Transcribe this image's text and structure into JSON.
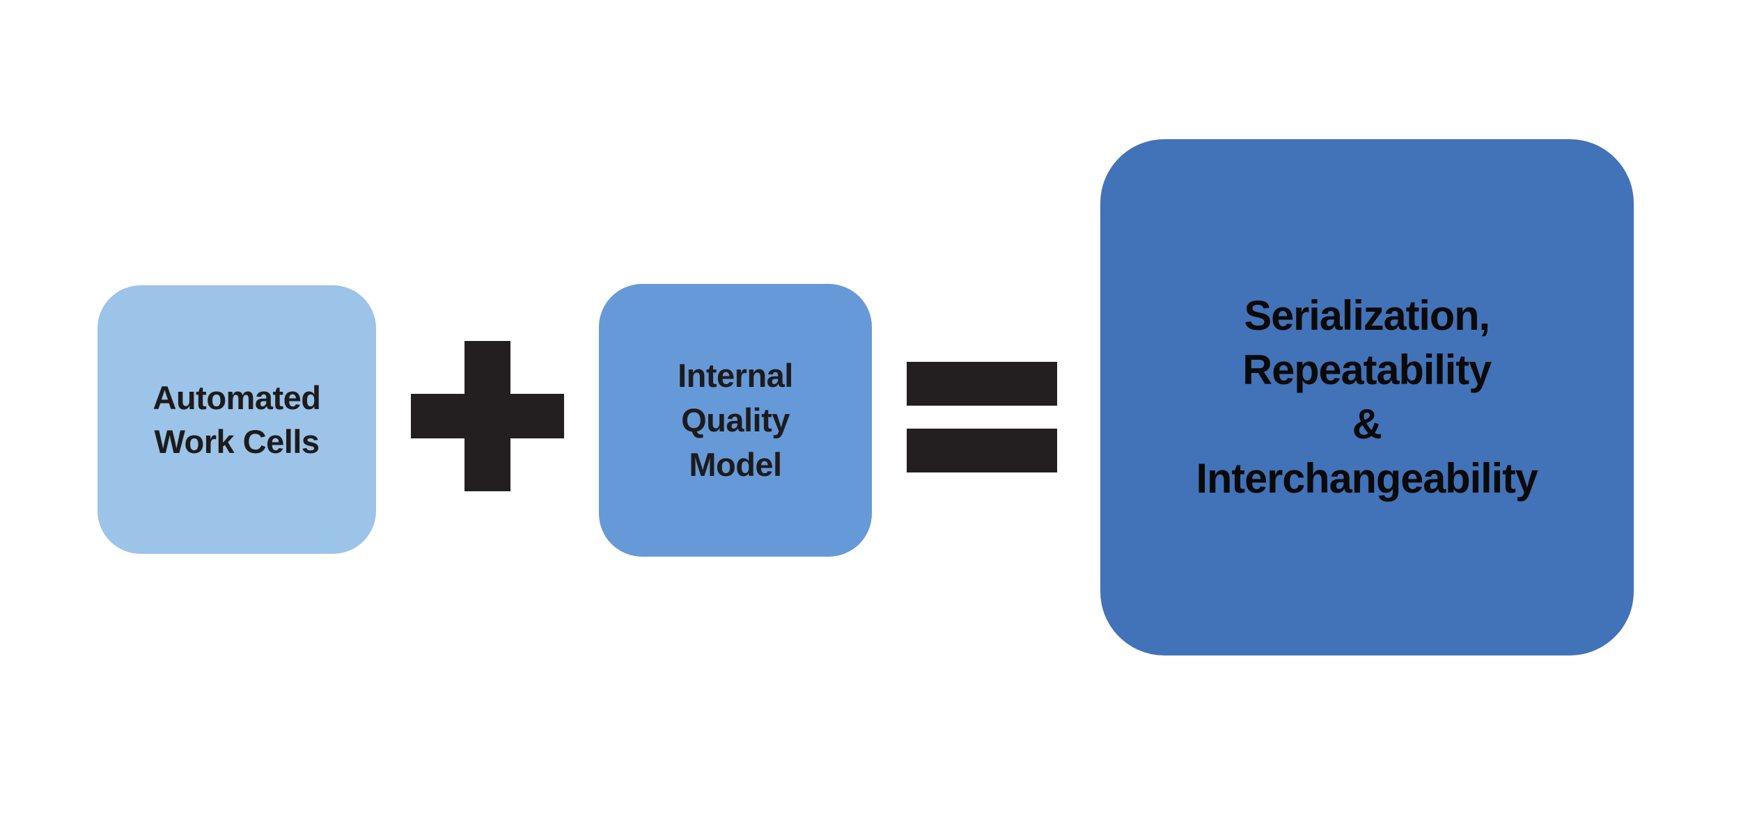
{
  "diagram": {
    "type": "equation-diagram",
    "background_color": "#ffffff",
    "terms": [
      {
        "id": "automated-work-cells",
        "label": "Automated\nWork Cells",
        "fill_color": "#9CC3E8",
        "text_color": "#1D1B1B"
      },
      {
        "id": "internal-quality-model",
        "label": "Internal\nQuality\nModel",
        "fill_color": "#6699D8",
        "text_color": "#1D1B1B"
      },
      {
        "id": "result",
        "label": "Serialization,\nRepeatability\n&\nInterchangeability",
        "fill_color": "#4272B8",
        "text_color": "#0A0A0A"
      }
    ],
    "operators": [
      {
        "id": "plus",
        "symbol": "+",
        "name": "plus-sign",
        "color": "#231F20"
      },
      {
        "id": "equals",
        "symbol": "=",
        "name": "equals-sign",
        "color": "#231F20"
      }
    ]
  }
}
